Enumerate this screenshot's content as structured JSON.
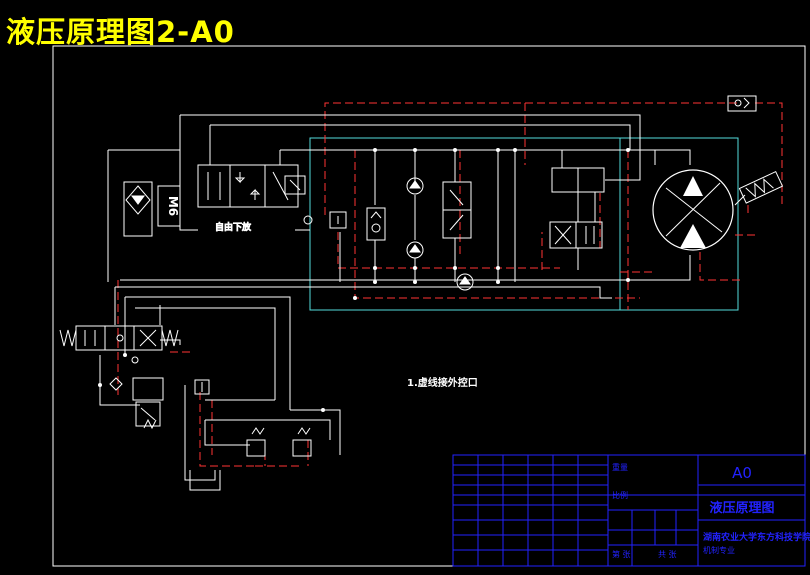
{
  "title": "液压原理图2-A0",
  "labels": {
    "valve_note": "自由下放",
    "m6_label": "M6",
    "external_port_note": "1.虚线接外控口"
  },
  "title_block": {
    "sheet_size": "A0",
    "drawing_name": "液压原理图",
    "school_line_1": "湖南农业大学东方科技学院",
    "school_line_2": "机制专业",
    "row_label_weight": "重量",
    "row_label_scale": "比例",
    "sheet_of": "第 张",
    "sheets_total": "共 张"
  },
  "colors": {
    "background": "#000000",
    "line": "#ffffff",
    "pilot_line": "#ff3333",
    "boundary": "#55dddd",
    "title_block": "#2222ff",
    "title_text": "#ffff00"
  }
}
